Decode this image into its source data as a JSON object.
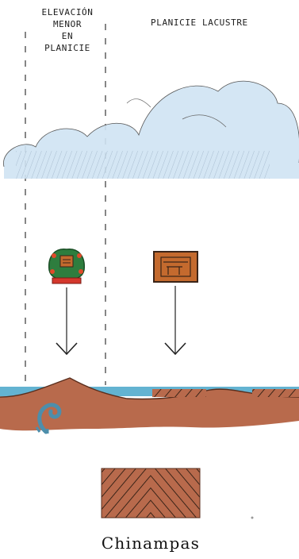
{
  "labels": {
    "left_line1": "ELEVACIÓN",
    "left_line2": "MENOR",
    "left_line3": "EN",
    "left_line4": "PLANICIE",
    "right": "PLANICIE LACUSTRE",
    "caption": "Chinampas"
  },
  "colors": {
    "earth": "#b86a4c",
    "earth_dark": "#8a4a33",
    "water": "#63b3d1",
    "cloud": "#cfe3f3",
    "glyph_green": "#2e7d3e",
    "glyph_red": "#d4372c",
    "glyph_box": "#c46a2e",
    "spiral": "#4d8eab"
  },
  "icons": [
    "mountain-glyph-icon",
    "chinampa-glyph-icon",
    "spiral-water-icon",
    "arrow-down-icon"
  ]
}
